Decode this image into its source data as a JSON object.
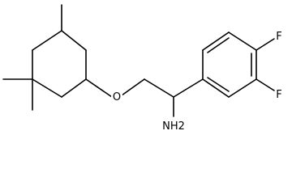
{
  "structure": {
    "atom_labels": {
      "oxygen": "O",
      "fluorine_top": "F",
      "fluorine_bottom": "F",
      "amine": "NH2"
    }
  }
}
